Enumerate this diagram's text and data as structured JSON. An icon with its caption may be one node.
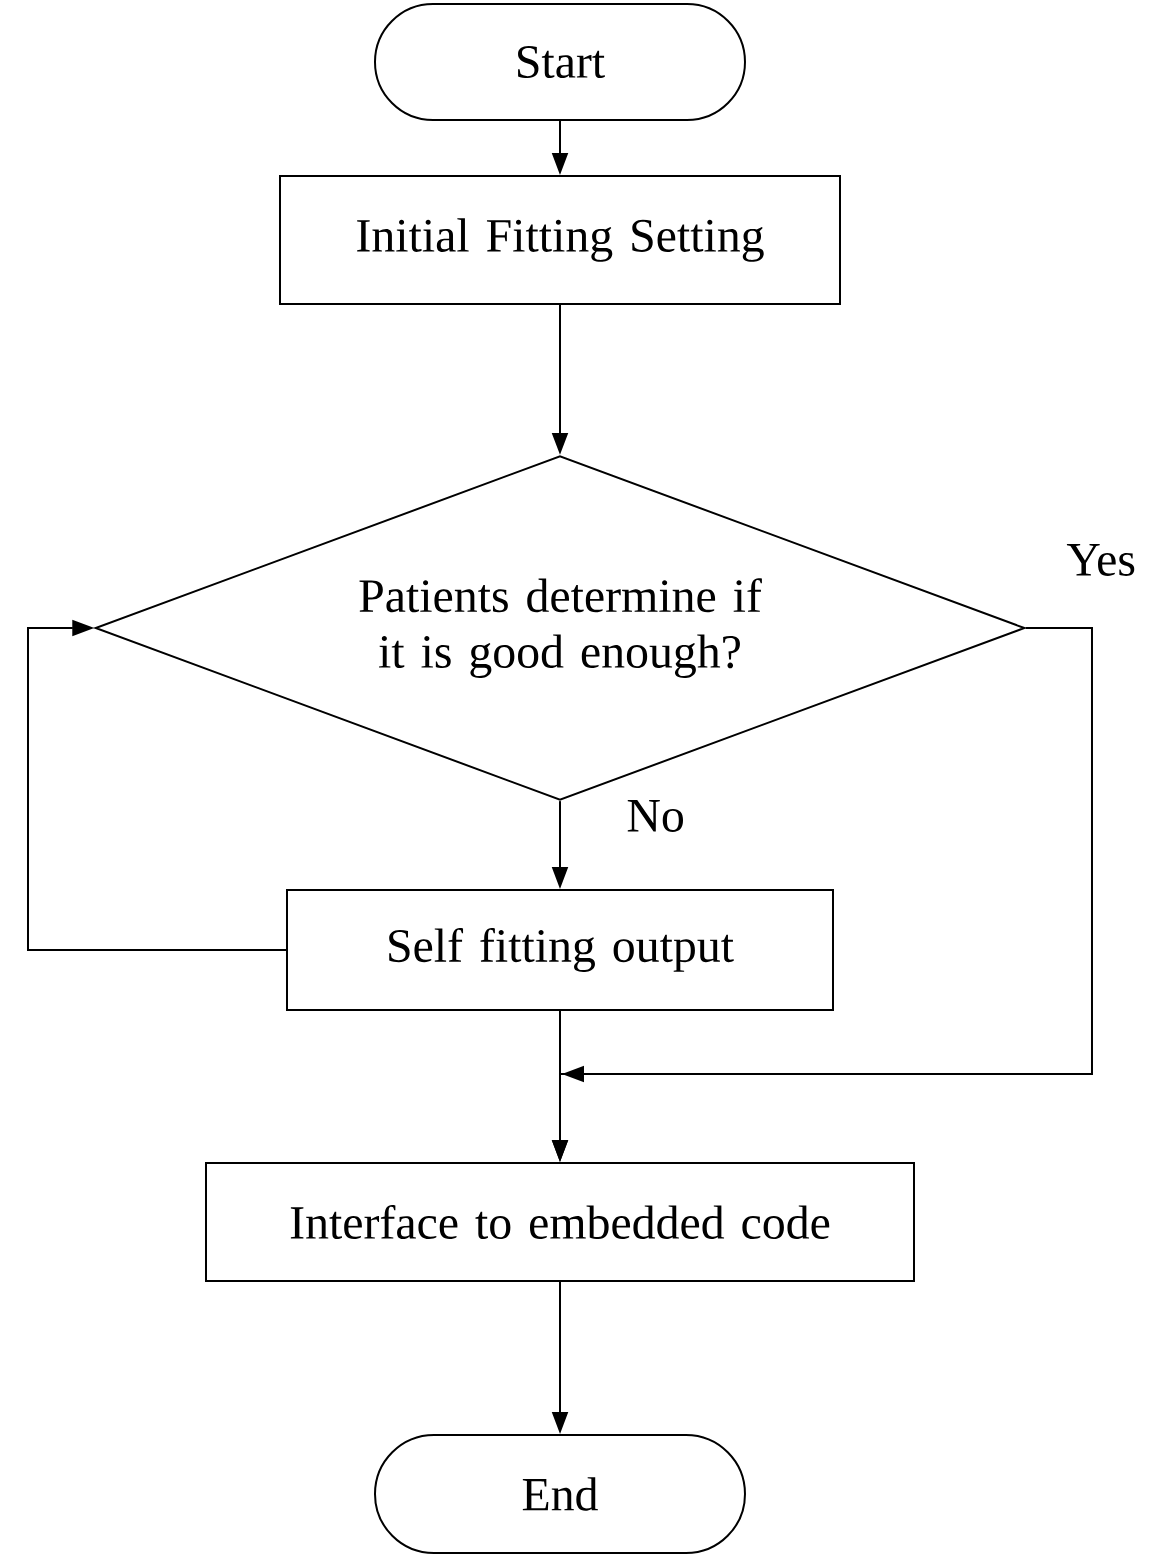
{
  "diagram": {
    "nodes": [
      {
        "text": [
          "Start"
        ]
      },
      {
        "text": [
          "Initial Fitting Setting"
        ]
      },
      {
        "text": [
          "Patients determine if it is good enough?"
        ]
      },
      {
        "text": [
          "Self fitting output"
        ]
      },
      {
        "text": [
          "Interface to embedded code"
        ]
      },
      {
        "text": [
          "End"
        ]
      }
    ],
    "edges": [
      {
        "from": 0,
        "to": 1,
        "arrow": "to"
      },
      {
        "from": 1,
        "to": 2,
        "arrow": "to"
      },
      {
        "from": 2,
        "to": 3,
        "arrow": "to",
        "label": "No"
      },
      {
        "from": 3,
        "to": 2,
        "arrow": "to"
      },
      {
        "from": 2,
        "to": 4,
        "arrow": "to",
        "label": "Yes"
      },
      {
        "from": 3,
        "to": 4,
        "arrow": "to"
      },
      {
        "from": 4,
        "to": 5,
        "arrow": "to"
      }
    ]
  }
}
